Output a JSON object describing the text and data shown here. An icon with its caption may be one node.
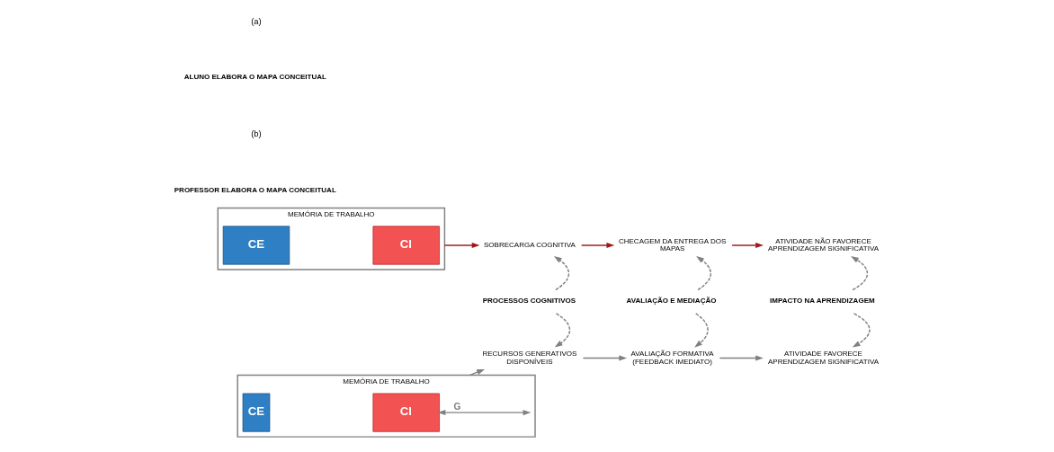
{
  "diagram": {
    "nodes": [
      {
        "text": [
          "MEMÓRIA DE TRABALHO"
        ]
      },
      {
        "text": [
          "CE"
        ],
        "in": 0
      },
      {
        "text": [
          "CI"
        ],
        "in": 0
      },
      {
        "text": [
          "SOBRECARGA COGNITIVA"
        ]
      },
      {
        "text": [
          "CHECAGEM DA ENTREGA DOS MAPAS"
        ]
      },
      {
        "text": [
          "ATIVIDADE NÃO FAVORECE APRENDIZAGEM SIGNIFICATIVA"
        ]
      },
      {
        "text": [
          "PROCESSOS COGNITIVOS"
        ]
      },
      {
        "text": [
          "AVALIAÇÃO E MEDIAÇÃO"
        ]
      },
      {
        "text": [
          "IMPACTO NA APRENDIZAGEM"
        ]
      },
      {
        "text": [
          "MEMÓRIA DE TRABALHO"
        ]
      },
      {
        "text": [
          "CE"
        ],
        "in": 9
      },
      {
        "text": [
          "CI"
        ],
        "in": 9
      },
      {
        "text": [
          "RECURSOS GENERATIVOS DISPONÍVEIS"
        ]
      },
      {
        "text": [
          "AVALIAÇÃO FORMATIVA (FEEDBACK IMEDIATO)"
        ]
      },
      {
        "text": [
          "ATIVIDADE FAVORECE APRENDIZAGEM SIGNIFICATIVA"
        ]
      }
    ],
    "edges": [
      {
        "from": 0,
        "to": 3,
        "arrow": "to",
        "color": "#a01818"
      },
      {
        "from": 3,
        "to": 4,
        "arrow": "to",
        "color": "#a01818"
      },
      {
        "from": 4,
        "to": 5,
        "arrow": "to",
        "color": "#a01818"
      },
      {
        "from": 6,
        "to": 3,
        "arrow": "to",
        "style": "dashed"
      },
      {
        "from": 6,
        "to": 12,
        "arrow": "to",
        "style": "dashed"
      },
      {
        "from": 7,
        "to": 4,
        "arrow": "to",
        "style": "dashed"
      },
      {
        "from": 7,
        "to": 13,
        "arrow": "to",
        "style": "dashed"
      },
      {
        "from": 8,
        "to": 5,
        "arrow": "to",
        "style": "dashed"
      },
      {
        "from": 8,
        "to": 14,
        "arrow": "to",
        "style": "dashed"
      },
      {
        "from": 11,
        "to": 9,
        "arrow": "both",
        "label": "G"
      },
      {
        "from": 9,
        "to": 12,
        "arrow": "to"
      },
      {
        "from": 12,
        "to": 13,
        "arrow": "to"
      },
      {
        "from": 13,
        "to": 14,
        "arrow": "to"
      }
    ],
    "labels": [
      "(a)",
      "ALUNO ELABORA O MAPA CONCEITUAL",
      "(b)",
      "PROFESSOR ELABORA O MAPA CONCEITUAL"
    ]
  }
}
